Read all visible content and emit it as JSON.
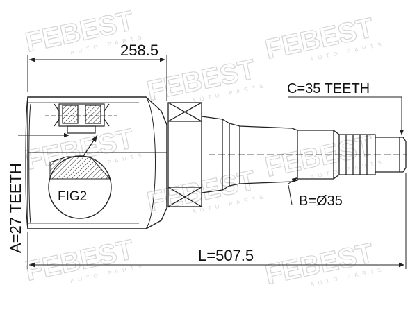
{
  "watermark": {
    "brand": "FEBEST",
    "sub": "AUTO PARTS"
  },
  "dimensions": {
    "joint_length": "258.5",
    "total_length": "L=507.5",
    "spline_c": "C=35 TEETH",
    "spline_a": "A=27 TEETH",
    "diameter_b": "B=Ø35",
    "fig_label": "FIG2"
  },
  "colors": {
    "line": "#222222",
    "watermark": "#d6d6d6",
    "background": "#ffffff"
  }
}
